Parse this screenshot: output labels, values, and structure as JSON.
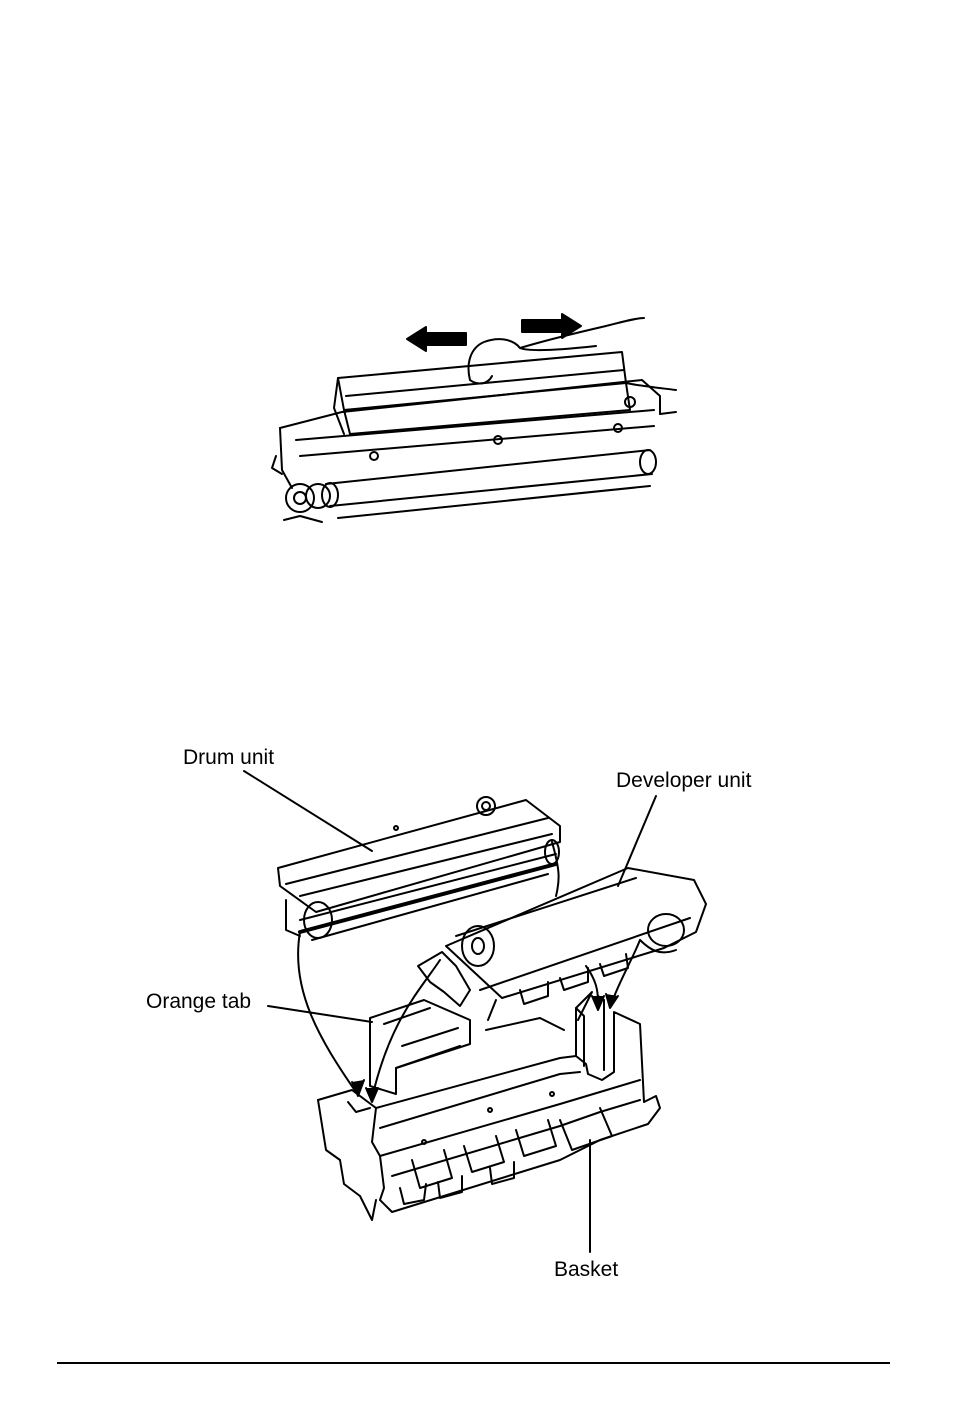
{
  "labels": {
    "drum_unit": "Drum unit",
    "developer_unit": "Developer unit",
    "orange_tab": "Orange tab",
    "basket": "Basket"
  },
  "icons": {
    "arrow_left": "arrow-left-icon",
    "arrow_right": "arrow-right-icon"
  }
}
